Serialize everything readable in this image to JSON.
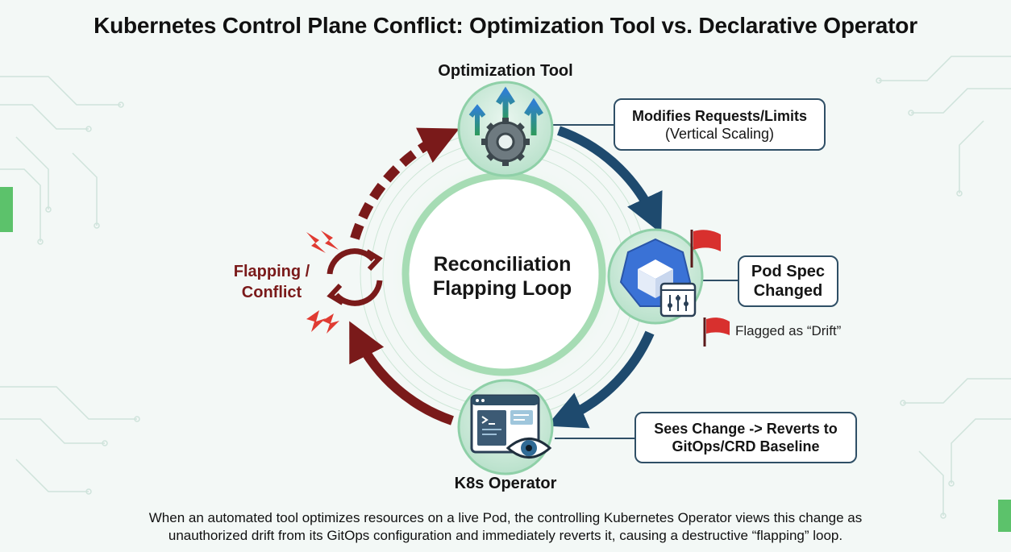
{
  "title": "Kubernetes Control Plane Conflict: Optimization Tool vs. Declarative Operator",
  "center": {
    "line1": "Reconciliation",
    "line2": "Flapping Loop"
  },
  "nodes": {
    "optimization_tool": "Optimization Tool",
    "k8s_operator": "K8s Operator"
  },
  "callouts": {
    "modifies": {
      "line1": "Modifies Requests/Limits",
      "line2": "(Vertical Scaling)"
    },
    "pod_spec": {
      "line1": "Pod Spec",
      "line2": "Changed"
    },
    "reverts": {
      "line1": "Sees Change -> Reverts to",
      "line2": "GitOps/CRD Baseline"
    }
  },
  "drift_note": "Flagged as “Drift”",
  "flapping": {
    "line1": "Flapping /",
    "line2": "Conflict"
  },
  "caption": {
    "line1": "When an automated tool optimizes resources on a live Pod, the controlling Kubernetes Operator views this change as",
    "line2": "unauthorized drift from its GitOps configuration and immediately reverts it, causing a destructive “flapping” loop."
  },
  "colors": {
    "navy": "#1e4a6e",
    "maroon": "#7a1a1a",
    "green": "#5cc26b",
    "flag_red": "#d8302e",
    "kube_blue": "#3a72d6"
  },
  "icons": [
    "gear-arrows-icon",
    "kubernetes-pod-icon",
    "sliders-icon",
    "operator-console-icon",
    "eye-icon",
    "sync-icon",
    "lightning-icon",
    "red-flag-icon"
  ]
}
